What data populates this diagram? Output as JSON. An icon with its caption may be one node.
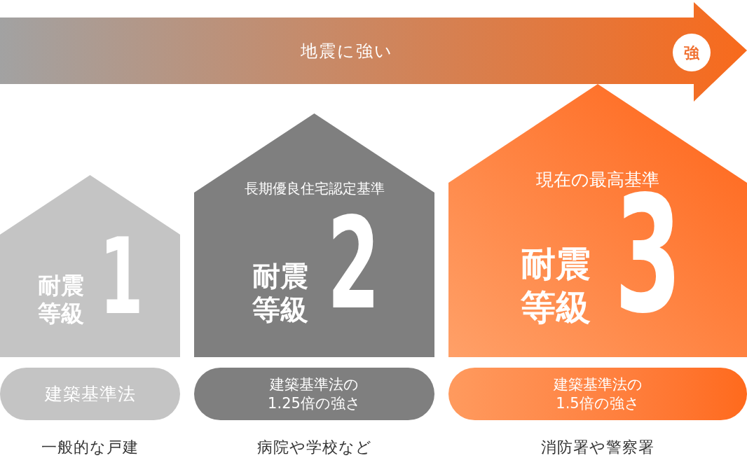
{
  "diagram": {
    "nodes": [
      {
        "text": [
          "地震に強い"
        ]
      },
      {
        "text": [
          "強"
        ],
        "in": 0
      },
      {
        "text": [
          "耐震等級",
          "1"
        ]
      },
      {
        "text": [
          "長期優良住宅認定基準",
          "耐震等級",
          "2"
        ]
      },
      {
        "text": [
          "現在の最高基準",
          "耐震等級",
          "3"
        ]
      },
      {
        "text": [
          "建築基準法"
        ],
        "beside": [
          "一般的な戸建"
        ]
      },
      {
        "text": [
          "建築基準法の1.25倍の強さ"
        ],
        "beside": [
          "病院や学校など"
        ]
      },
      {
        "text": [
          "建築基準法の1.5倍の強さ"
        ],
        "beside": [
          "消防署や警察署"
        ]
      }
    ]
  }
}
